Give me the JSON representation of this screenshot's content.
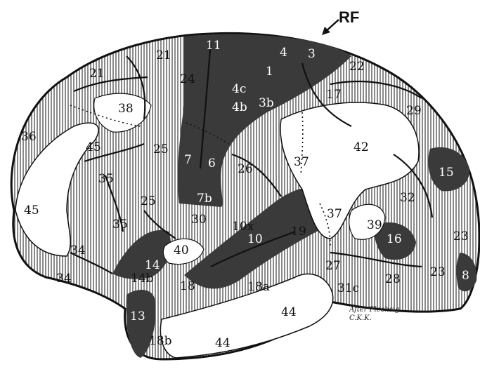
{
  "annotation": {
    "label": "RF"
  },
  "credit": {
    "line1": "After Flechsig",
    "line2": "C.K.K."
  },
  "areas": [
    {
      "label": "11",
      "fill": "dark"
    },
    {
      "label": "4",
      "fill": "dark"
    },
    {
      "label": "3",
      "fill": "dark"
    },
    {
      "label": "21",
      "fill": "hatched"
    },
    {
      "label": "21",
      "fill": "hatched"
    },
    {
      "label": "24",
      "fill": "hatched"
    },
    {
      "label": "22",
      "fill": "hatched"
    },
    {
      "label": "1",
      "fill": "dark"
    },
    {
      "label": "17",
      "fill": "hatched"
    },
    {
      "label": "38",
      "fill": "light"
    },
    {
      "label": "4c",
      "fill": "dark"
    },
    {
      "label": "4b",
      "fill": "dark"
    },
    {
      "label": "3b",
      "fill": "dark"
    },
    {
      "label": "29",
      "fill": "hatched"
    },
    {
      "label": "36",
      "fill": "hatched"
    },
    {
      "label": "45",
      "fill": "light"
    },
    {
      "label": "42",
      "fill": "light"
    },
    {
      "label": "25",
      "fill": "hatched"
    },
    {
      "label": "7",
      "fill": "dark"
    },
    {
      "label": "6",
      "fill": "dark"
    },
    {
      "label": "37",
      "fill": "light"
    },
    {
      "label": "26",
      "fill": "hatched"
    },
    {
      "label": "15",
      "fill": "dark"
    },
    {
      "label": "35",
      "fill": "hatched"
    },
    {
      "label": "32",
      "fill": "hatched"
    },
    {
      "label": "7b",
      "fill": "dark"
    },
    {
      "label": "25",
      "fill": "hatched"
    },
    {
      "label": "45",
      "fill": "light"
    },
    {
      "label": "37",
      "fill": "light"
    },
    {
      "label": "10x",
      "fill": "hatched"
    },
    {
      "label": "35",
      "fill": "hatched"
    },
    {
      "label": "30",
      "fill": "hatched"
    },
    {
      "label": "19",
      "fill": "hatched"
    },
    {
      "label": "39",
      "fill": "light"
    },
    {
      "label": "10",
      "fill": "dark"
    },
    {
      "label": "16",
      "fill": "dark"
    },
    {
      "label": "23",
      "fill": "hatched"
    },
    {
      "label": "40",
      "fill": "light"
    },
    {
      "label": "34",
      "fill": "hatched"
    },
    {
      "label": "14",
      "fill": "dark"
    },
    {
      "label": "27",
      "fill": "hatched"
    },
    {
      "label": "23",
      "fill": "hatched"
    },
    {
      "label": "8",
      "fill": "dark"
    },
    {
      "label": "34",
      "fill": "hatched"
    },
    {
      "label": "14b",
      "fill": "hatched"
    },
    {
      "label": "18",
      "fill": "hatched"
    },
    {
      "label": "18a",
      "fill": "hatched"
    },
    {
      "label": "28",
      "fill": "hatched"
    },
    {
      "label": "31c",
      "fill": "hatched"
    },
    {
      "label": "44",
      "fill": "light"
    },
    {
      "label": "13",
      "fill": "dark"
    },
    {
      "label": "18b",
      "fill": "hatched"
    },
    {
      "label": "44",
      "fill": "light"
    }
  ],
  "colors": {
    "dark": "#3a3a3a",
    "hatched": "#bdbdbd",
    "light": "#ffffff",
    "ink": "#111111"
  }
}
